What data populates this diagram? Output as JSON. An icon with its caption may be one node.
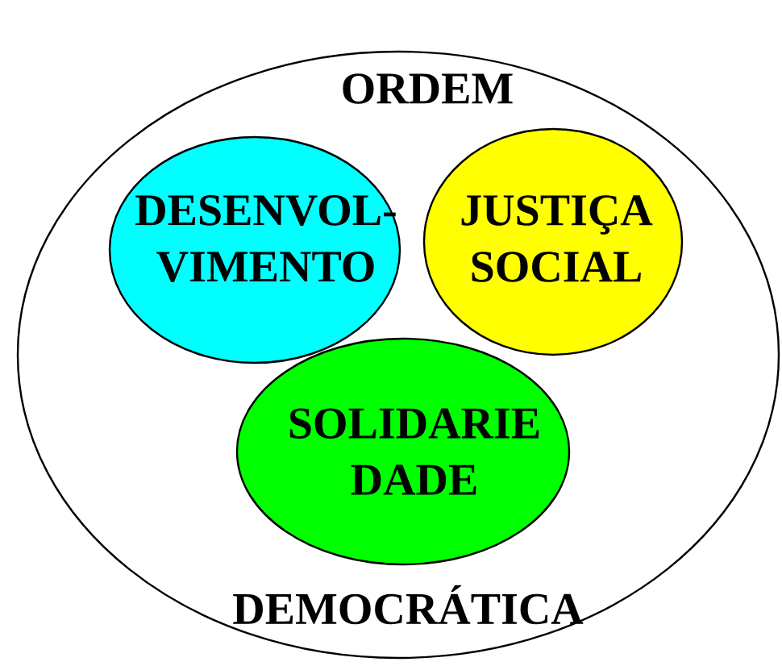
{
  "diagram": {
    "nodes": [
      {
        "text": [
          "ORDEM",
          "DEMOCRÁTICA"
        ]
      },
      {
        "text": [
          "DESENVOL- VIMENTO"
        ],
        "in": 0
      },
      {
        "text": [
          "JUSTIÇA SOCIAL"
        ],
        "in": 0
      },
      {
        "text": [
          "SOLIDARIE DADE"
        ],
        "in": 0
      }
    ]
  }
}
